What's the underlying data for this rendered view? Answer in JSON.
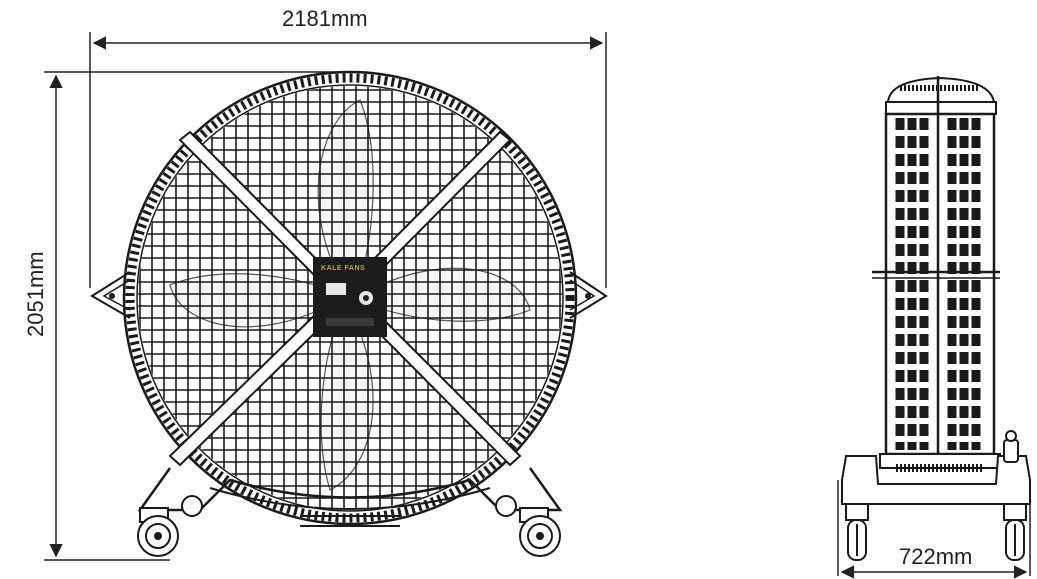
{
  "dimensions": {
    "width_label": "2181mm",
    "height_label": "2051mm",
    "depth_label": "722mm"
  },
  "control_panel": {
    "brand": "KALE FANS"
  },
  "colors": {
    "line": "#1a1a1a",
    "background": "#ffffff",
    "panel": "#1c1c1c",
    "brand_accent": "#c9a23a"
  },
  "icons": {
    "front_view": "drum-fan-front-view",
    "side_view": "drum-fan-side-view"
  }
}
